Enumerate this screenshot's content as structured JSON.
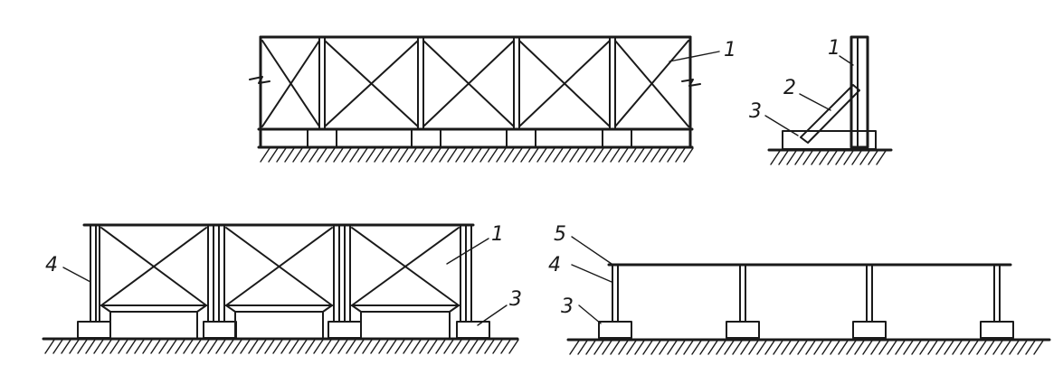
{
  "labels": {
    "panel_a": {
      "callout_1": "1"
    },
    "panel_b": {
      "callout_1": "1",
      "callout_2": "2",
      "callout_3": "3"
    },
    "panel_c": {
      "callout_1": "1",
      "callout_3": "3",
      "callout_4": "4"
    },
    "panel_d": {
      "callout_3": "3",
      "callout_4": "4",
      "callout_5": "5"
    }
  },
  "colors": {
    "ink": "#1a1a1a",
    "paper": "#ffffff"
  }
}
